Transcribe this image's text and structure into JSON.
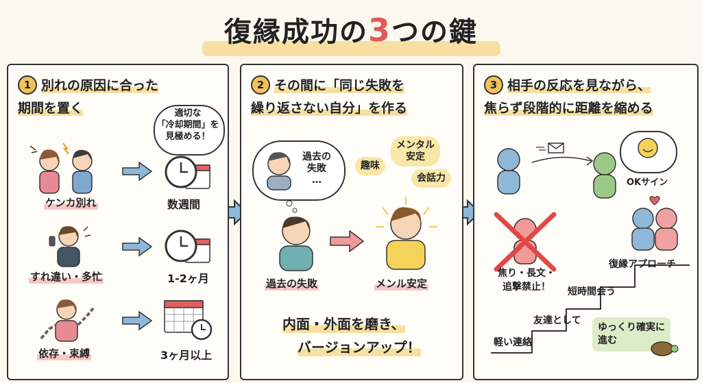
{
  "title": {
    "prefix": "復縁成功の",
    "number": "3",
    "suffix": "つの鍵"
  },
  "panel1": {
    "number": "1",
    "heading_line1": "別れの原因に合った",
    "heading_line2": "期間を置く",
    "bubble": [
      "適切な",
      "「冷却期間」を",
      "見極める！"
    ],
    "rows": [
      {
        "cause": "ケンカ別れ",
        "period": "数週間"
      },
      {
        "cause": "すれ違い・多忙",
        "period": "1-2ヶ月"
      },
      {
        "cause": "依存・束縛",
        "period": "3ヶ月以上"
      }
    ]
  },
  "panel2": {
    "number": "2",
    "heading_line1": "その間に「同じ失敗を",
    "heading_line2": "繰り返さない自分」を作る",
    "thought": [
      "過去の",
      "失敗",
      "…"
    ],
    "tags": {
      "hobby": "趣味",
      "mental": [
        "メンタル",
        "安定"
      ],
      "talk": "会話力"
    },
    "left_label": "過去の失敗",
    "right_label": "メンル安定",
    "footer_line1": "内面・外面を磨き、",
    "footer_line2": "バージョンアップ！"
  },
  "panel3": {
    "number": "3",
    "heading_line1": "相手の反応を見ながら、",
    "heading_line2": "焦らず段階的に距離を縮める",
    "ok_label": "OKサイン",
    "warning": [
      "焦り・長文・",
      "追撃禁止！"
    ],
    "steps": [
      "軽い連絡",
      "友達として",
      "短時間会う",
      "復縁アプローチ"
    ],
    "green_note": [
      "ゆっくり確実に",
      "進む"
    ]
  },
  "colors": {
    "accent_yellow": "#f2c35a",
    "highlight": "#f6dfa0",
    "arrow_blue": "#8fb8d8",
    "arrow_pink": "#f29a9a",
    "red_x": "#e04848",
    "title_number": "#e15a57"
  }
}
